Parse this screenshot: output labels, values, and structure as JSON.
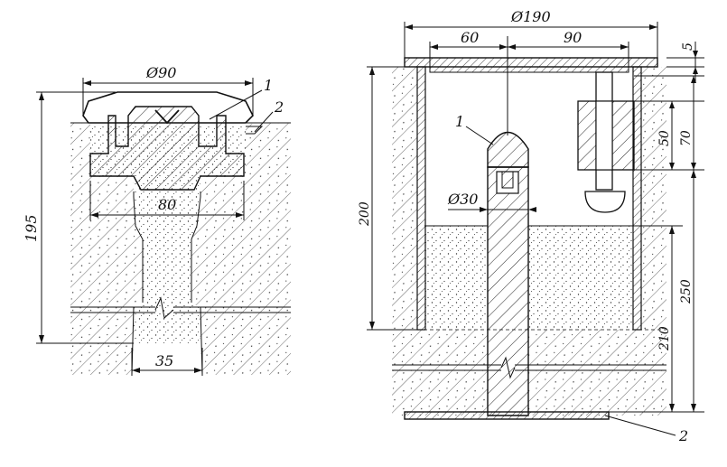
{
  "left_view": {
    "dimensions": {
      "top_diameter": "Ø90",
      "height": "195",
      "inner_width": "80",
      "bottom_width": "35"
    },
    "callouts": {
      "part_1": "1",
      "part_2": "2"
    }
  },
  "right_view": {
    "dimensions": {
      "overall_diameter": "Ø190",
      "offset_left": "60",
      "offset_right": "90",
      "plate_thickness": "5",
      "bushing_70": "70",
      "bushing_50": "50",
      "casing_height": "200",
      "rod_diameter": "Ø30",
      "depth_250": "250",
      "depth_210": "210"
    },
    "callouts": {
      "part_1": "1",
      "part_2": "2"
    }
  }
}
